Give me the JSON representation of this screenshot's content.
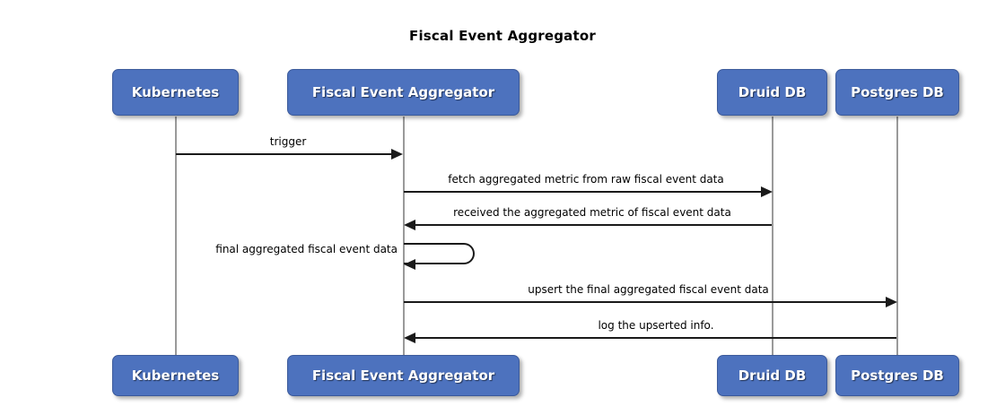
{
  "diagram": {
    "title": "Fiscal Event Aggregator",
    "type": "sequence-diagram",
    "colors": {
      "participant_fill": "#4d72be",
      "participant_border": "#3b5a9b",
      "participant_text": "#ffffff",
      "lifeline": "#9a9a9a",
      "message_line": "#1a1a1a",
      "background": "#ffffff"
    },
    "participants": [
      {
        "id": "kubernetes",
        "label": "Kubernetes"
      },
      {
        "id": "aggregator",
        "label": "Fiscal Event Aggregator"
      },
      {
        "id": "druid",
        "label": "Druid DB"
      },
      {
        "id": "postgres",
        "label": "Postgres DB"
      }
    ],
    "messages": [
      {
        "label": "trigger",
        "from": "kubernetes",
        "to": "aggregator",
        "direction": "right",
        "self": false
      },
      {
        "label": "fetch aggregated metric from raw fiscal event data",
        "from": "aggregator",
        "to": "druid",
        "direction": "right",
        "self": false
      },
      {
        "label": "received the aggregated metric of fiscal event data",
        "from": "druid",
        "to": "aggregator",
        "direction": "left",
        "self": false
      },
      {
        "label": "final aggregated fiscal event data",
        "from": "aggregator",
        "to": "aggregator",
        "direction": "left",
        "self": true
      },
      {
        "label": "upsert the final aggregated fiscal event data",
        "from": "aggregator",
        "to": "postgres",
        "direction": "right",
        "self": false
      },
      {
        "label": "log the upserted info.",
        "from": "postgres",
        "to": "aggregator",
        "direction": "left",
        "self": false
      }
    ]
  }
}
